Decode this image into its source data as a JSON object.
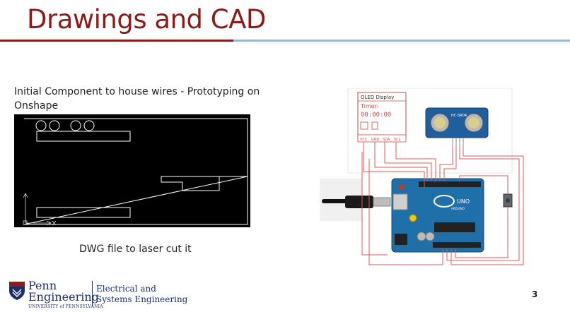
{
  "slide": {
    "title": "Drawings and CAD",
    "caption": "Initial Component to house wires - Prototyping on Onshape",
    "dwg_caption": "DWG file to laser cut it",
    "page_number": "3"
  },
  "footer": {
    "penn": "Penn",
    "engineering": "Engineering",
    "university": "UNIVERSITY of PENNSYLVANIA",
    "dept_line1": "Electrical and",
    "dept_line2": "Systems Engineering"
  },
  "circuit": {
    "oled_title": "OLED Display",
    "timer_label": "Timer:",
    "timer_value": "00:00:00",
    "sensor_label": "HC-SR04",
    "board_label": "UNO",
    "brand_label": "ARDUINO",
    "pins": [
      "VCC",
      "GND",
      "SDA",
      "SCL"
    ]
  },
  "colors": {
    "title": "#8b1a1a",
    "rule_blue": "#9bb7d4",
    "arduino": "#1f6fa8",
    "wire": "#e05a5a",
    "penn_navy": "#1b2f6b"
  }
}
